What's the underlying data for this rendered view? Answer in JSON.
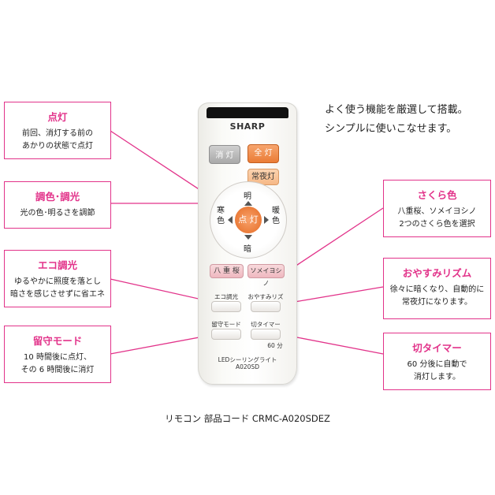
{
  "tagline": "よく使う機能を厳選して搭載。\nシンプルに使いこなせます。",
  "caption": "リモコン 部品コード CRMC-A020SDEZ",
  "callouts": {
    "tento": {
      "title": "点灯",
      "desc": "前回、消灯する前の\nあかりの状態で点灯"
    },
    "chosyoku": {
      "title": "調色･調光",
      "desc": "光の色･明るさを調節"
    },
    "eco": {
      "title": "エコ調光",
      "desc": "ゆるやかに照度を落とし\n暗さを感じさせずに省エネ"
    },
    "rusu": {
      "title": "留守モード",
      "desc": "10 時間後に点灯、\nその 6 時間後に消灯"
    },
    "sakura": {
      "title": "さくら色",
      "desc": "八重桜、ソメイヨシノ\n2つのさくら色を選択"
    },
    "oyasumi": {
      "title": "おやすみリズム",
      "desc": "徐々に暗くなり、自動的に\n常夜灯になります。"
    },
    "kiri": {
      "title": "切タイマー",
      "desc": "60 分後に自動で\n消灯します。"
    }
  },
  "remote": {
    "brand": "SHARP",
    "btn_off": "消 灯",
    "btn_full": "全 灯",
    "btn_night": "常夜灯",
    "dial_up": "明",
    "dial_down": "暗",
    "dial_left": "寒\n色",
    "dial_right": "暖\n色",
    "dial_center": "点 灯",
    "btn_yae": "八 重 桜",
    "btn_somei": "ソメイヨシノ",
    "label_eco": "エコ調光",
    "label_oyasumi": "おやすみリズム",
    "label_rusu": "留守モード",
    "label_kiri": "切タイマー",
    "label_60": "60 分",
    "model_line1": "LEDシーリングライト",
    "model_line2": "A020SD"
  },
  "colors": {
    "accent": "#e2338a",
    "orange": "#ea7c36"
  }
}
